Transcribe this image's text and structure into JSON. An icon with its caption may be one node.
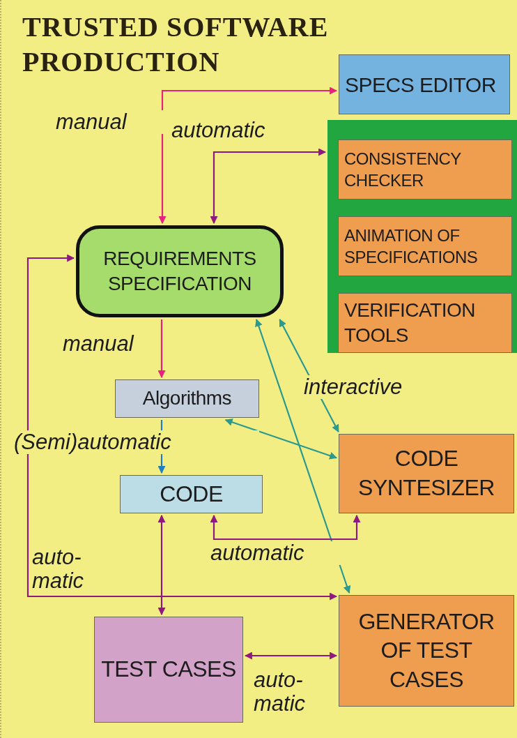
{
  "diagram": {
    "title": "TRUSTED SOFTWARE PRODUCTION",
    "nodes": [
      {
        "text": [
          "SPECS EDITOR"
        ]
      },
      {
        "text": [],
        "shape": "box"
      },
      {
        "text": [
          "CONSISTENCY CHECKER"
        ],
        "in": 1
      },
      {
        "text": [
          "ANIMATION OF SPECIFICATIONS"
        ],
        "in": 1
      },
      {
        "text": [
          "VERIFICATION TOOLS"
        ],
        "in": 1
      },
      {
        "text": [
          "REQUIREMENTS SPECIFICATION"
        ]
      },
      {
        "text": [
          "Algorithms"
        ]
      },
      {
        "text": [
          "CODE"
        ]
      },
      {
        "text": [
          "CODE SYNTESIZER"
        ]
      },
      {
        "text": [
          "GENERATOR OF TEST CASES"
        ]
      },
      {
        "text": [
          "TEST CASES"
        ]
      }
    ],
    "edges": [
      {
        "from": 5,
        "to": 0,
        "arrow": "both",
        "label": "manual",
        "color": "#e8207e"
      },
      {
        "from": 5,
        "to": 1,
        "arrow": "both",
        "label": "automatic"
      },
      {
        "from": 5,
        "to": 6,
        "arrow": "to",
        "label": "manual",
        "color": "#e8207e"
      },
      {
        "from": 6,
        "to": 7,
        "arrow": "to",
        "label": "(Semi)automatic",
        "color": "#1f7fc0"
      },
      {
        "from": 6,
        "to": 8,
        "arrow": "both",
        "color": "#2a9a90"
      },
      {
        "from": 5,
        "to": 8,
        "arrow": "both",
        "label": "interactive",
        "color": "#2a9a90"
      },
      {
        "from": 5,
        "to": 9,
        "arrow": "both",
        "color": "#2a9a90"
      },
      {
        "from": 7,
        "to": 8,
        "arrow": "both",
        "label": "automatic"
      },
      {
        "from": 7,
        "to": 10,
        "arrow": "both"
      },
      {
        "from": 9,
        "to": 5,
        "arrow": "both",
        "label": "auto- matic"
      },
      {
        "from": 10,
        "to": 9,
        "arrow": "both",
        "label": "auto- matic"
      }
    ]
  }
}
